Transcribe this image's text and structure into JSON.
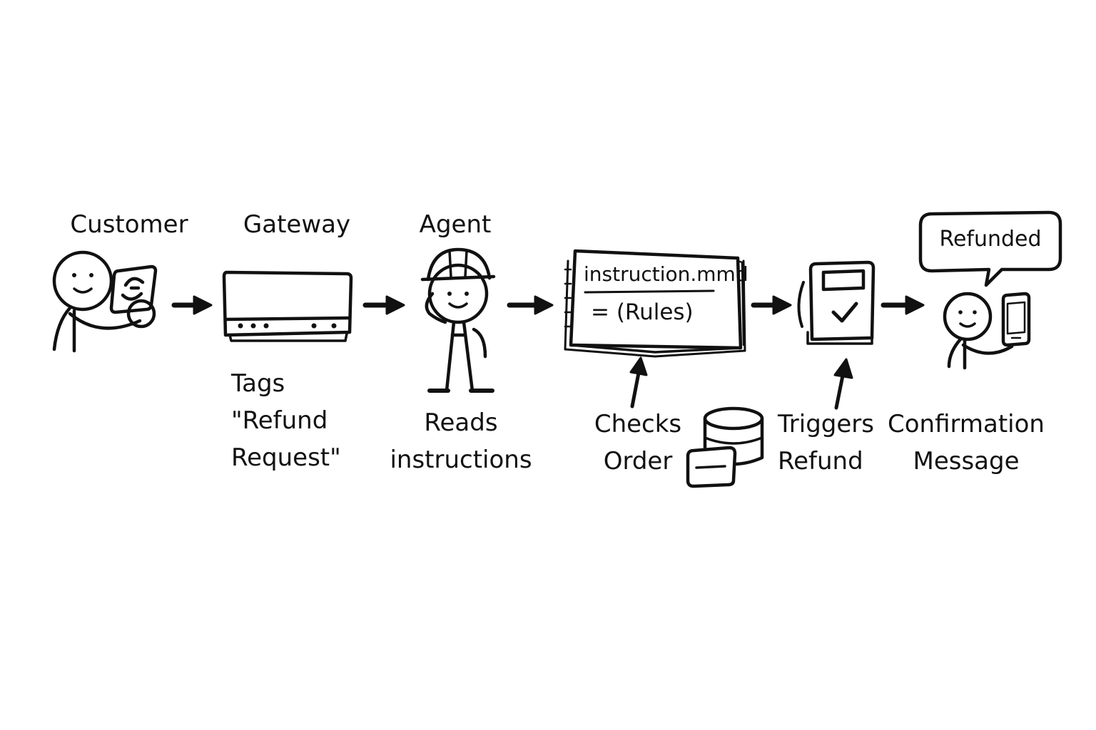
{
  "colors": {
    "ink": "#111111",
    "background": "#ffffff"
  },
  "nodes": {
    "customer": {
      "label": "Customer",
      "icon": "person-with-phone-icon"
    },
    "gateway": {
      "label": "Gateway",
      "caption": [
        "Tags",
        "\"Refund",
        "Request\""
      ],
      "icon": "gateway-device-icon"
    },
    "agent": {
      "label": "Agent",
      "caption": [
        "Reads",
        "instructions"
      ],
      "icon": "agent-hardhat-icon"
    },
    "instructions": {
      "title": "instruction.mmd",
      "subtitle": "= (Rules)",
      "icon": "open-book-icon"
    },
    "check_order": {
      "caption": [
        "Checks",
        "Order"
      ],
      "icon": "database-icon"
    },
    "refund": {
      "caption": [
        "Triggers",
        "Refund"
      ],
      "icon": "payment-terminal-icon"
    },
    "confirmation": {
      "bubble": "Refunded",
      "caption": [
        "Confirmation",
        "Message"
      ],
      "icon": "person-with-phone-icon"
    }
  },
  "edges": [
    {
      "from": "customer",
      "to": "gateway"
    },
    {
      "from": "gateway",
      "to": "agent"
    },
    {
      "from": "agent",
      "to": "instructions"
    },
    {
      "from": "check_order",
      "to": "instructions"
    },
    {
      "from": "instructions",
      "to": "refund"
    },
    {
      "from": "refund",
      "to": "confirmation"
    }
  ]
}
